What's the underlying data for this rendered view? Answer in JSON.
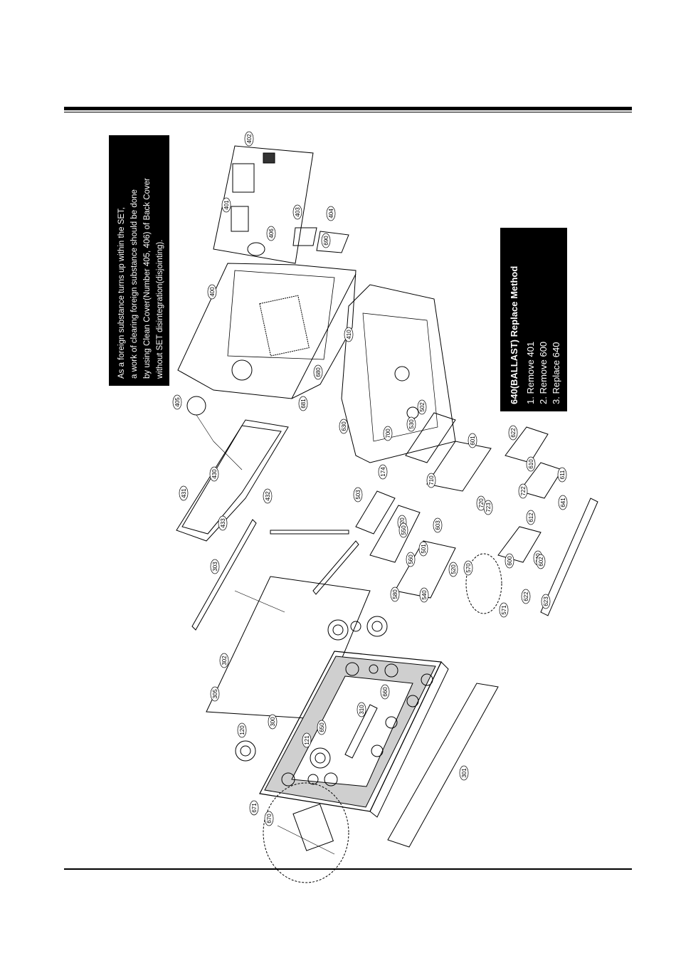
{
  "foreign_note": {
    "lines": [
      "As a foreign substance turns up within the SET,",
      "a work of clearing foreign substance should be done",
      "by using Clean Cover(Number 405, 406) of Back Cover",
      "without SET disintegration(disjointing)."
    ]
  },
  "ballast_note": {
    "title": "640(BALLAST) Replace Method",
    "steps": [
      "1. Remove 401",
      "2. Remove 600",
      "3. Replace 640"
    ]
  },
  "part_labels": [
    "402",
    "401",
    "403",
    "404",
    "406",
    "690",
    "400",
    "410",
    "680",
    "681",
    "405",
    "630",
    "502",
    "700",
    "530",
    "174",
    "601",
    "622",
    "431",
    "430",
    "432",
    "433",
    "503",
    "710",
    "720",
    "610",
    "611",
    "722",
    "723",
    "620",
    "603",
    "550",
    "303",
    "560",
    "501",
    "612",
    "641",
    "580",
    "570",
    "640",
    "602",
    "540",
    "520",
    "600",
    "622",
    "571",
    "623",
    "302",
    "305",
    "120",
    "300",
    "660",
    "650",
    "310",
    "121",
    "301",
    "671",
    "670"
  ]
}
